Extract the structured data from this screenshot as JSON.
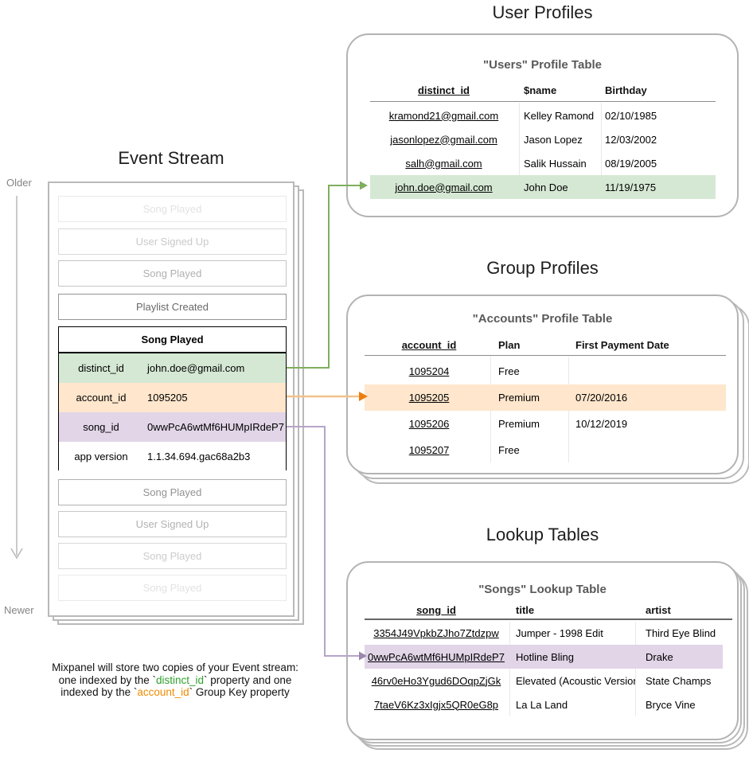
{
  "titles": {
    "event_stream": "Event Stream",
    "user_profiles": "User Profiles",
    "group_profiles": "Group Profiles",
    "lookup_tables": "Lookup Tables"
  },
  "timeline": {
    "older": "Older",
    "newer": "Newer"
  },
  "event_stream": {
    "events_before": [
      "Song Played",
      "User Signed Up",
      "Song Played",
      "Playlist Created"
    ],
    "expanded": {
      "header": "Song Played",
      "rows": [
        {
          "key": "distinct_id",
          "value": "john.doe@gmail.com"
        },
        {
          "key": "account_id",
          "value": "1095205"
        },
        {
          "key": "song_id",
          "value": "0wwPcA6wtMf6HUMpIRdeP7"
        },
        {
          "key": "app version",
          "value": "1.1.34.694.gac68a2b3"
        }
      ]
    },
    "events_after": [
      "Song Played",
      "User Signed Up",
      "Song Played",
      "Song Played"
    ]
  },
  "users_table": {
    "title": "\"Users\" Profile Table",
    "headers": [
      "distinct_id",
      "$name",
      "Birthday"
    ],
    "rows": [
      [
        "kramond21@gmail.com",
        "Kelley Ramond",
        "02/10/1985"
      ],
      [
        "jasonlopez@gmail.com",
        "Jason Lopez",
        "12/03/2002"
      ],
      [
        "salh@gmail.com",
        "Salik Hussain",
        "08/19/2005"
      ],
      [
        "john.doe@gmail.com",
        "John Doe",
        "11/19/1975"
      ]
    ],
    "highlighted_row": 3
  },
  "accounts_table": {
    "title": "\"Accounts\" Profile Table",
    "headers": [
      "account_id",
      "Plan",
      "First Payment Date"
    ],
    "rows": [
      [
        "1095204",
        "Free",
        ""
      ],
      [
        "1095205",
        "Premium",
        "07/20/2016"
      ],
      [
        "1095206",
        "Premium",
        "10/12/2019"
      ],
      [
        "1095207",
        "Free",
        ""
      ]
    ],
    "highlighted_row": 1
  },
  "songs_table": {
    "title": "\"Songs\" Lookup Table",
    "headers": [
      "song_id",
      "title",
      "artist"
    ],
    "rows": [
      [
        "3354J49VpkbZJho7Ztdzpw",
        "Jumper - 1998 Edit",
        "Third Eye Blind"
      ],
      [
        "0wwPcA6wtMf6HUMpIRdeP7",
        "Hotline Bling",
        "Drake"
      ],
      [
        "46rv0eHo3Ygud6DOqpZjGk",
        "Elevated (Acoustic Version)",
        "State Champs"
      ],
      [
        "7taeV6Kz3xIgjx5QR0eG8p",
        "La La Land",
        "Bryce Vine"
      ]
    ],
    "highlighted_row": 1
  },
  "caption": {
    "line1": "Mixpanel will store two copies of your Event stream:",
    "line2_prefix": "one indexed by the `",
    "line2_code": "distinct_id",
    "line2_suffix": "` property and one",
    "line3_prefix": "indexed by the `",
    "line3_code": "account_id",
    "line3_suffix": "` Group Key property"
  },
  "colors": {
    "green_fill": "#d5e8d4",
    "orange_fill": "#ffe6cc",
    "purple_fill": "#e1d5e7",
    "green_arrow": "#7fae5f",
    "orange_arrow_line": "#f2c18d",
    "orange_arrow_head": "#ef7d0c",
    "purple_arrow_line": "#b5a5c9",
    "purple_arrow_head": "#9a88ae",
    "timeline_gray": "#b8b8b8",
    "caption_green": "#2fa12e",
    "caption_orange": "#f28b00"
  }
}
